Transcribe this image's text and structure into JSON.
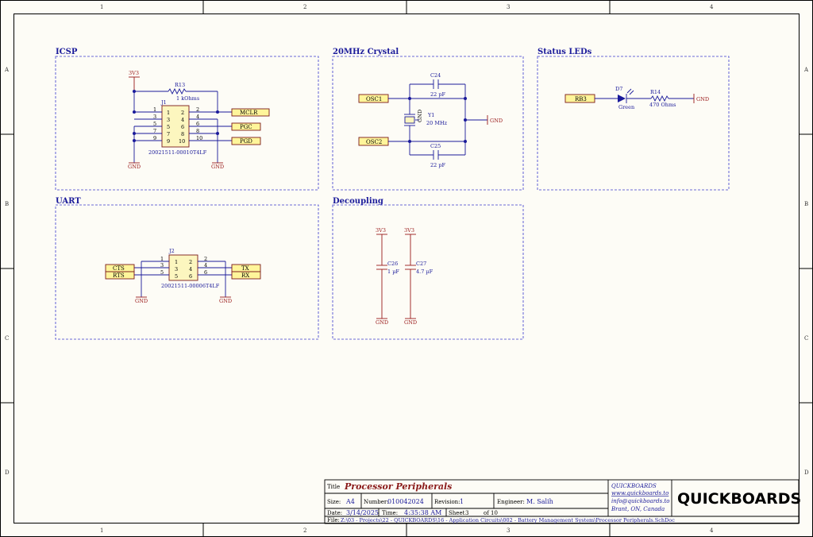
{
  "zones": {
    "columns": [
      "1",
      "2",
      "3",
      "4"
    ],
    "rows": [
      "A",
      "B",
      "C",
      "D"
    ]
  },
  "sections": {
    "icsp": {
      "title": "ICSP",
      "power": "3V3",
      "resistor": {
        "ref": "R13",
        "value": "1 kOhms"
      },
      "connector": {
        "ref": "J1",
        "part": "20021511-00010T4LF",
        "left_pins": [
          "1",
          "3",
          "5",
          "7",
          "9"
        ],
        "right_pins": [
          "2",
          "4",
          "6",
          "8",
          "10"
        ],
        "inner_left": [
          "1",
          "3",
          "5",
          "7",
          "9"
        ],
        "inner_right": [
          "2",
          "4",
          "6",
          "8",
          "10"
        ]
      },
      "nets": [
        "MCLR",
        "PGC",
        "PGD"
      ],
      "gnd_left": "GND",
      "gnd_right": "GND"
    },
    "crystal": {
      "title": "20MHz Crystal",
      "nets": [
        "OSC1",
        "OSC2"
      ],
      "cap_top": {
        "ref": "C24",
        "value": "22 pF"
      },
      "cap_bottom": {
        "ref": "C25",
        "value": "22 pF"
      },
      "crystal": {
        "ref": "Y1",
        "value": "20 MHz",
        "pin_label": "GND"
      },
      "gnd": "GND"
    },
    "leds": {
      "title": "Status LEDs",
      "net": "RB3",
      "led": {
        "ref": "D7",
        "color": "Green"
      },
      "resistor": {
        "ref": "R14",
        "value": "470 Ohms"
      },
      "gnd": "GND"
    },
    "uart": {
      "title": "UART",
      "connector": {
        "ref": "J2",
        "part": "20021511-00006T4LF",
        "left_pins": [
          "1",
          "3",
          "5"
        ],
        "right_pins": [
          "2",
          "4",
          "6"
        ],
        "inner_left": [
          "1",
          "3",
          "5"
        ],
        "inner_right": [
          "2",
          "4",
          "6"
        ]
      },
      "nets_left": [
        "CTS",
        "RTS"
      ],
      "nets_right": [
        "TX",
        "RX"
      ],
      "gnd_left": "GND",
      "gnd_right": "GND"
    },
    "decoupling": {
      "title": "Decoupling",
      "power1": "3V3",
      "power2": "3V3",
      "cap1": {
        "ref": "C26",
        "value": "1 µF"
      },
      "cap2": {
        "ref": "C27",
        "value": "4.7 µF"
      },
      "gnd1": "GND",
      "gnd2": "GND"
    }
  },
  "title_block": {
    "title_label": "Title",
    "title": "Processor Peripherals",
    "size_label": "Size:",
    "size": "A4",
    "number_label": "Number:",
    "number": "010042024",
    "revision_label": "Revision:",
    "revision": "1",
    "engineer_label": "Engineer:",
    "engineer": "M. Salih",
    "date_label": "Date:",
    "date": "3/14/2025",
    "time_label": "Time:",
    "time": "4:35:38 AM",
    "sheet_label": "Sheet",
    "sheet": "3",
    "of_label": "of",
    "of": "10",
    "file_label": "File:",
    "file": "Z:\\03 - Projects\\22 - QUICKBOARDS\\16 - Application Circuits\\002 - Battery Management System\\Processor Peripherals.SchDoc",
    "company": "QUICKBOARDS",
    "website": "www.quickboards.to",
    "email": "info@quickboards.to",
    "location": "Brant, ON, Canada",
    "logo": "QUICKBOARDS"
  },
  "colors": {
    "wire": "#1a1a9a",
    "power": "#9a1a1a",
    "part_fill": "#fcf6bf",
    "net_fill": "#fff59a"
  }
}
